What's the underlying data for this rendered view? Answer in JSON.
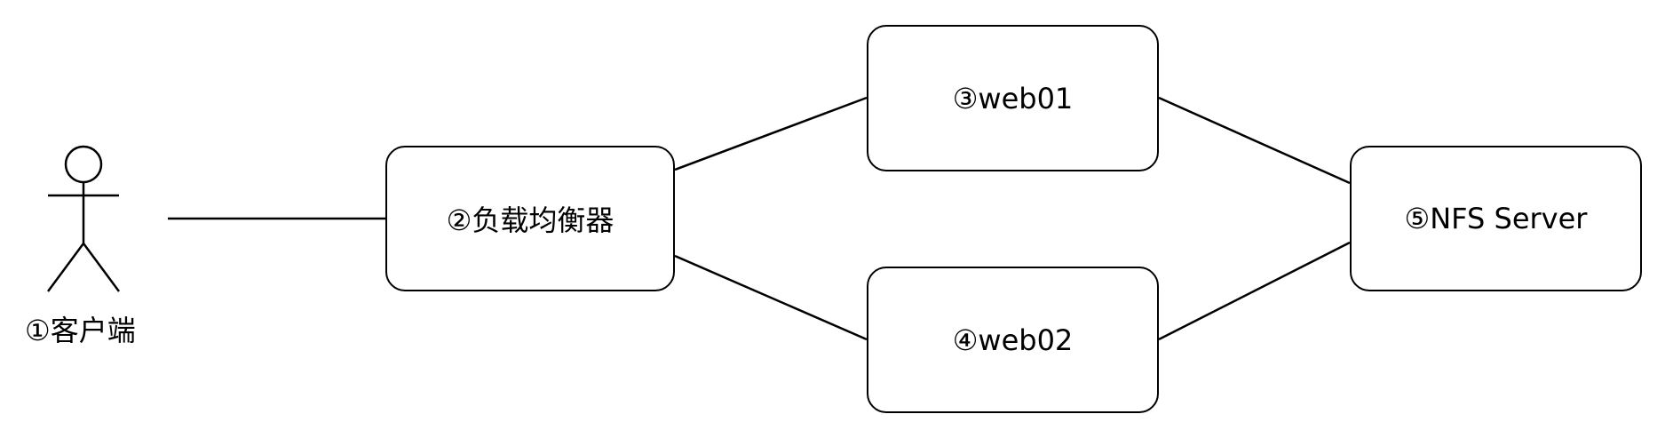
{
  "diagram": {
    "actor": {
      "label": "①客户端",
      "icon": "person-actor-icon"
    },
    "nodes": {
      "load_balancer": "②负载均衡器",
      "web01": "③web01",
      "web02": "④web02",
      "nfs_server": "⑤NFS Server"
    },
    "edges": [
      {
        "from": "actor",
        "to": "load_balancer"
      },
      {
        "from": "load_balancer",
        "to": "web01"
      },
      {
        "from": "load_balancer",
        "to": "web02"
      },
      {
        "from": "web01",
        "to": "nfs_server"
      },
      {
        "from": "web02",
        "to": "nfs_server"
      }
    ],
    "colors": {
      "stroke": "#000000",
      "fill": "#ffffff"
    }
  }
}
